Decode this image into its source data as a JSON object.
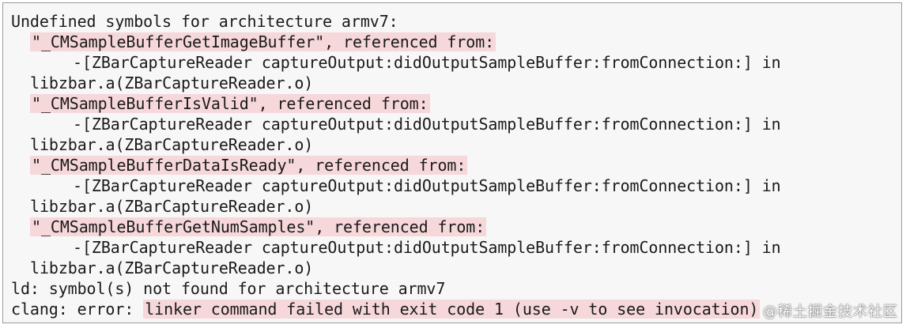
{
  "log": {
    "header": "Undefined symbols for architecture armv7:",
    "entries": [
      {
        "symbol_line": "\"_CMSampleBufferGetImageBuffer\", referenced from:",
        "caller_line": "-[ZBarCaptureReader captureOutput:didOutputSampleBuffer:fromConnection:] in",
        "object_line": "libzbar.a(ZBarCaptureReader.o)"
      },
      {
        "symbol_line": "\"_CMSampleBufferIsValid\", referenced from:",
        "caller_line": "-[ZBarCaptureReader captureOutput:didOutputSampleBuffer:fromConnection:] in",
        "object_line": "libzbar.a(ZBarCaptureReader.o)"
      },
      {
        "symbol_line": "\"_CMSampleBufferDataIsReady\", referenced from:",
        "caller_line": "-[ZBarCaptureReader captureOutput:didOutputSampleBuffer:fromConnection:] in",
        "object_line": "libzbar.a(ZBarCaptureReader.o)"
      },
      {
        "symbol_line": "\"_CMSampleBufferGetNumSamples\", referenced from:",
        "caller_line": "-[ZBarCaptureReader captureOutput:didOutputSampleBuffer:fromConnection:] in",
        "object_line": "libzbar.a(ZBarCaptureReader.o)"
      }
    ],
    "ld_line": "ld: symbol(s) not found for architecture armv7",
    "clang_prefix": "clang: error: ",
    "clang_message": "linker command failed with exit code 1 (use -v to see invocation)"
  },
  "watermark": "@稀土掘金技术社区",
  "colors": {
    "highlight": "#f6d7da",
    "panel_background": "#f7f7f7",
    "text": "#1a1a1a"
  }
}
